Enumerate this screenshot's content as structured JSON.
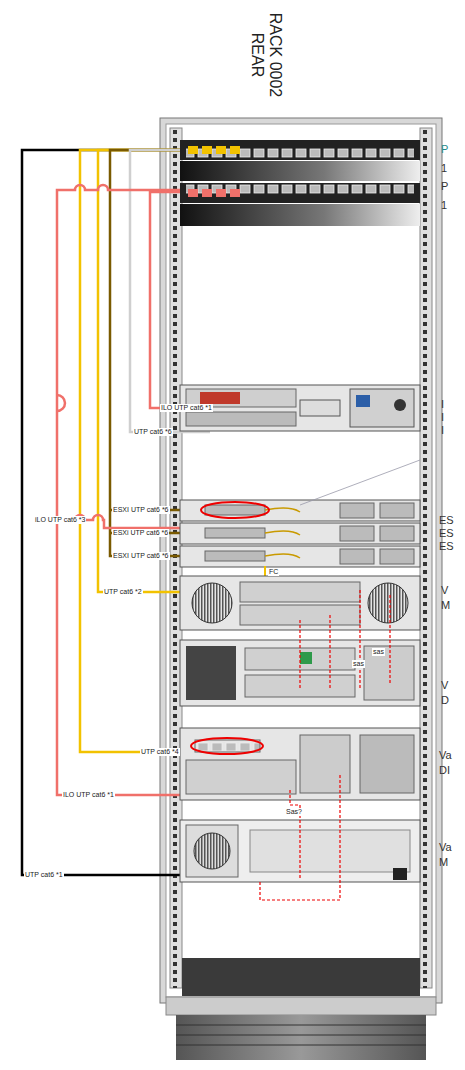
{
  "diagram": {
    "title": "RACK 0002 REAR",
    "labels": [
      "P",
      "1",
      "P",
      "1",
      "I",
      "I",
      "I",
      "ES",
      "ES",
      "ES",
      "V",
      "M",
      "V",
      "D",
      "Va",
      "DI",
      "Va",
      "M",
      "ILO UTP cat6 *1",
      "UTP cat6 *6",
      "ESXI UTP cat6 *6",
      "ESXi UTP cat6 *6",
      "ESXI UTP cat6 *6",
      "iLO UTP cat6 *3",
      "FC",
      "UTP cat6 *2",
      "sas",
      "sas",
      "UTP cat6 *4",
      "ILO UTP cat6 *1",
      "Sas?",
      "UTP cat6 *1"
    ]
  }
}
